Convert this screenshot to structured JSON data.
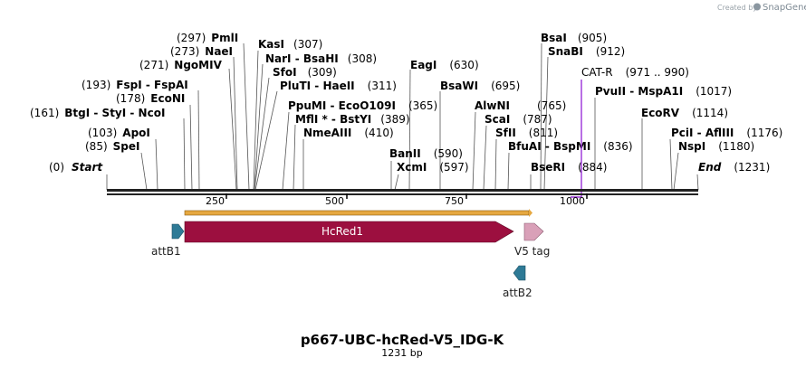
{
  "watermark": {
    "prefix": "Created by",
    "brand": "SnapGene"
  },
  "plasmid": {
    "name": "p667-UBC-hcRed-V5_IDG-K",
    "length_label": "1231 bp"
  },
  "sites": [
    {
      "id": "start",
      "text": "Start",
      "pos": "(0)",
      "italic": true
    },
    {
      "id": "spei",
      "text": "SpeI",
      "pos": "(85)"
    },
    {
      "id": "apoi",
      "text": "ApoI",
      "pos": "(103)"
    },
    {
      "id": "btgi",
      "text": "BtgI - StyI - NcoI",
      "pos": "(161)"
    },
    {
      "id": "econi",
      "text": "EcoNI",
      "pos": "(178)"
    },
    {
      "id": "fspi",
      "text": "FspI - FspAI",
      "pos": "(193)"
    },
    {
      "id": "ngomiv",
      "text": "NgoMIV",
      "pos": "(271)"
    },
    {
      "id": "naei",
      "text": "NaeI",
      "pos": "(273)"
    },
    {
      "id": "pmli",
      "text": "PmlI",
      "pos": "(297)"
    },
    {
      "id": "kasi",
      "text": "KasI",
      "pos": "(307)"
    },
    {
      "id": "nari",
      "text": "NarI - BsaHI",
      "pos": "(308)"
    },
    {
      "id": "sfoi",
      "text": "SfoI",
      "pos": "(309)"
    },
    {
      "id": "pluti",
      "text": "PluTI - HaeII",
      "pos": "(311)"
    },
    {
      "id": "ppumi",
      "text": "PpuMI - EcoO109I",
      "pos": "(365)"
    },
    {
      "id": "mfli",
      "text": "MflI * - BstYI",
      "pos": "(389)"
    },
    {
      "id": "nmeaiii",
      "text": "NmeAIII",
      "pos": "(410)"
    },
    {
      "id": "bsawi",
      "text": "BsaWI",
      "pos": "(695)"
    },
    {
      "id": "eagi",
      "text": "EagI",
      "pos": "(630)"
    },
    {
      "id": "banii",
      "text": "BanII",
      "pos": "(590)"
    },
    {
      "id": "xcmi",
      "text": "XcmI",
      "pos": "(597)"
    },
    {
      "id": "alwni",
      "text": "AlwNI",
      "pos": "(765)"
    },
    {
      "id": "scai",
      "text": "ScaI",
      "pos": "(787)"
    },
    {
      "id": "sfii",
      "text": "SfII",
      "pos": "(811)"
    },
    {
      "id": "bfuai",
      "text": "BfuAI - BspMI",
      "pos": "(836)"
    },
    {
      "id": "bseri",
      "text": "BseRI",
      "pos": "(884)"
    },
    {
      "id": "bsai",
      "text": "BsaI",
      "pos": "(905)"
    },
    {
      "id": "snabi",
      "text": "SnaBI",
      "pos": "(912)"
    },
    {
      "id": "pvuii",
      "text": "PvuII - MspA1I",
      "pos": "(1017)"
    },
    {
      "id": "ecorv",
      "text": "EcoRV",
      "pos": "(1114)"
    },
    {
      "id": "pcli",
      "text": "PciI - AflIII",
      "pos": "(1176)"
    },
    {
      "id": "nspi",
      "text": "NspI",
      "pos": "(1180)"
    },
    {
      "id": "end",
      "text": "End",
      "pos": "(1231)",
      "italic": true
    }
  ],
  "primer": {
    "name": "CAT-R",
    "range": "(971 .. 990)",
    "color": "#9b30d9"
  },
  "ticks": [
    "250",
    "500",
    "750",
    "1000"
  ],
  "features": [
    {
      "id": "attb1",
      "name": "attB1",
      "color": "#2e7a96"
    },
    {
      "id": "hcred1",
      "name": "HcRed1",
      "color": "#9c0f3f"
    },
    {
      "id": "v5tag",
      "name": "V5 tag",
      "color": "#d9a0b8"
    },
    {
      "id": "attb2",
      "name": "attB2",
      "color": "#2e7a96"
    }
  ],
  "orf_color": "#e6a840"
}
